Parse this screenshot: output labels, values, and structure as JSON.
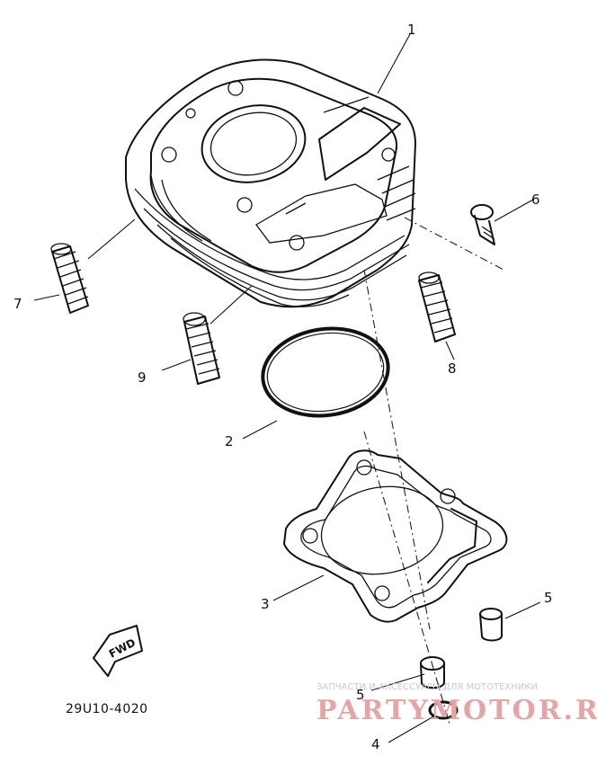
{
  "diagram": {
    "callouts": [
      {
        "id": "1",
        "text": "1"
      },
      {
        "id": "2",
        "text": "2"
      },
      {
        "id": "3",
        "text": "3"
      },
      {
        "id": "4",
        "text": "4"
      },
      {
        "id": "5a",
        "text": "5"
      },
      {
        "id": "5b",
        "text": "5"
      },
      {
        "id": "6",
        "text": "6"
      },
      {
        "id": "7",
        "text": "7"
      },
      {
        "id": "8",
        "text": "8"
      },
      {
        "id": "9",
        "text": "9"
      }
    ],
    "part_code": "29U10-4020",
    "fwd_label": "FWD"
  },
  "watermark": {
    "caption": "ЗАПЧАСТИ И АКСЕССУАРЫ ДЛЯ МОТОТЕХНИКИ",
    "brand": "PARTYMOTOR.RU",
    "color": "#e6a5a5"
  }
}
